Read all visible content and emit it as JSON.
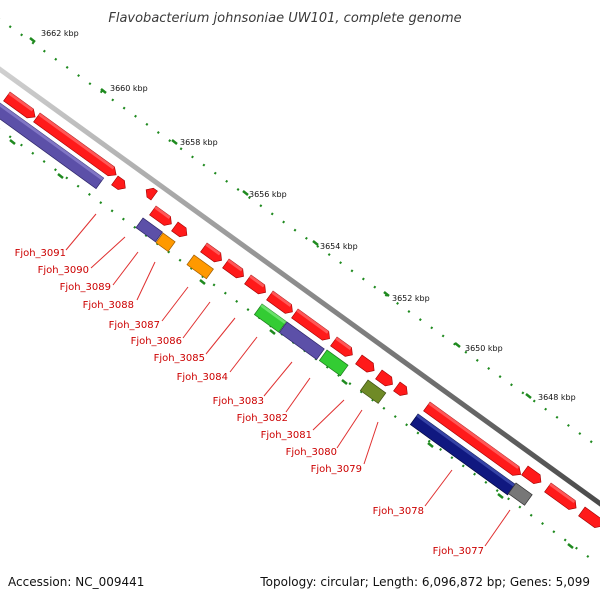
{
  "title": "Flavobacterium johnsoniae UW101, complete genome",
  "accession": "Accession: NC_009441",
  "topology": "Topology: circular; Length: 6,096,872 bp; Genes: 5,099",
  "colors": {
    "forward_gene": "#ff1a1a",
    "backbone": "#808080",
    "tick": "#1f8a1f",
    "label": "#cc0000",
    "blue_violet": "#5c50a8",
    "navy": "#101880",
    "orange": "#ff9900",
    "green": "#33cc33",
    "olive": "#6f8a26",
    "gray": "#777777"
  },
  "scale_labels": [
    "3662 kbp",
    "3660 kbp",
    "3658 kbp",
    "3656 kbp",
    "3654 kbp",
    "3652 kbp",
    "3650 kbp",
    "3648 kbp"
  ],
  "gene_labels": [
    "Fjoh_3091",
    "Fjoh_3090",
    "Fjoh_3089",
    "Fjoh_3088",
    "Fjoh_3087",
    "Fjoh_3086",
    "Fjoh_3085",
    "Fjoh_3084",
    "Fjoh_3083",
    "Fjoh_3082",
    "Fjoh_3081",
    "Fjoh_3080",
    "Fjoh_3079",
    "Fjoh_3078",
    "Fjoh_3077"
  ]
}
